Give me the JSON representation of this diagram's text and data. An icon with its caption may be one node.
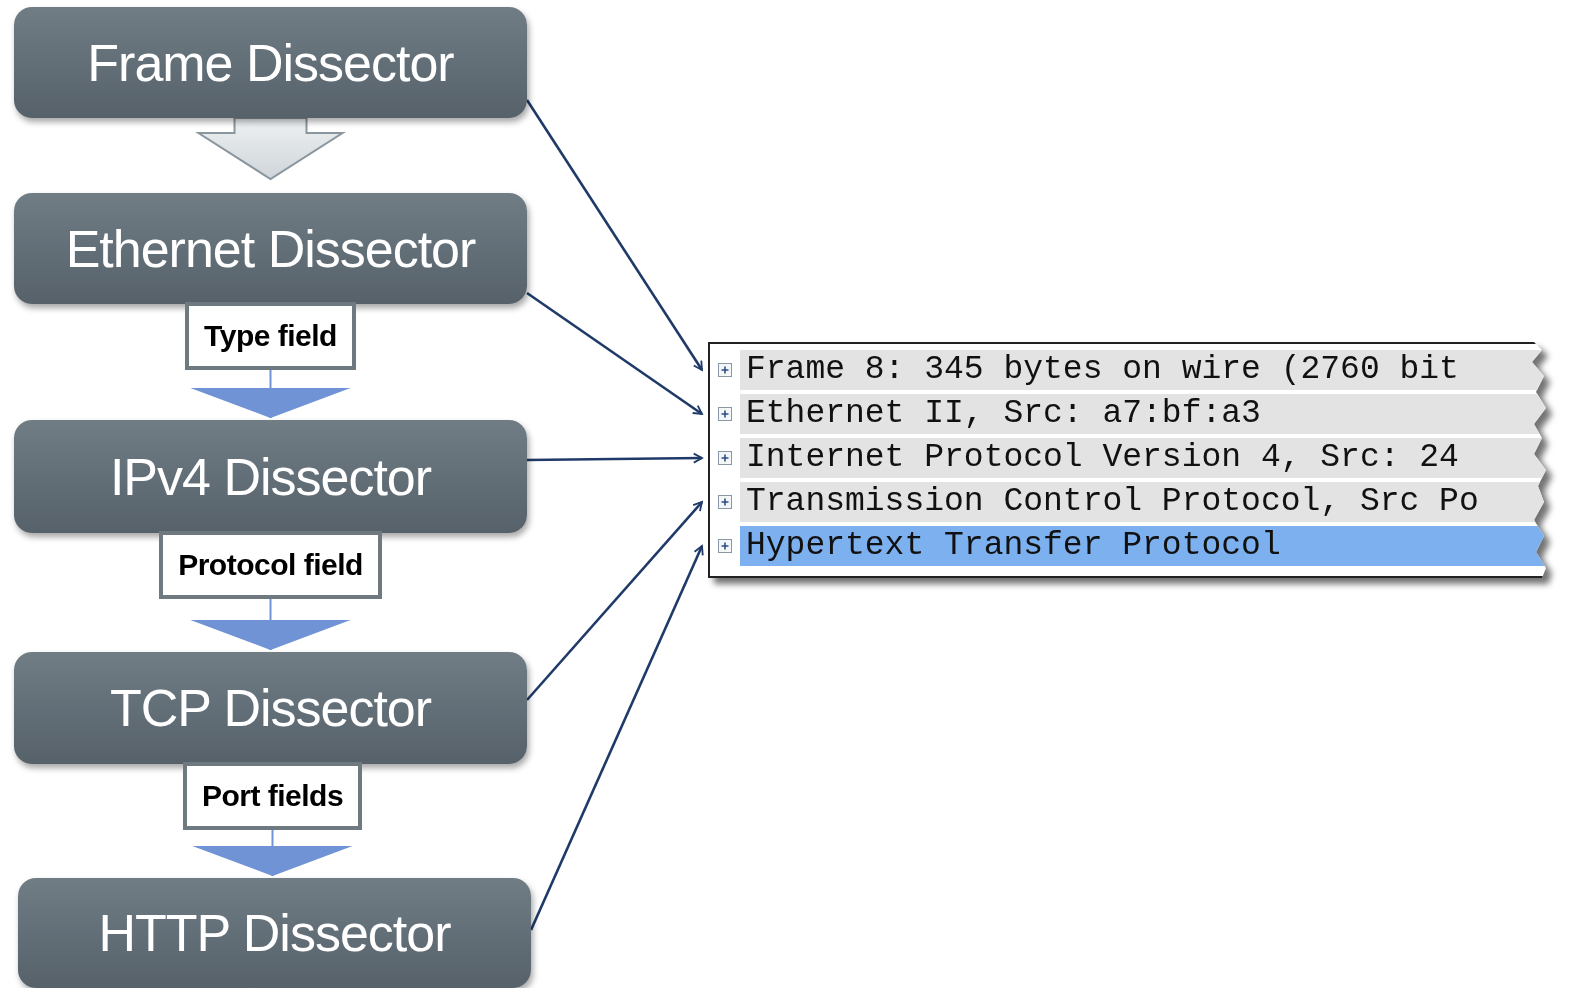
{
  "diagram": {
    "nodes": [
      {
        "text": [
          "Frame Dissector"
        ]
      },
      {
        "text": [
          "Ethernet Dissector"
        ]
      },
      {
        "text": [
          "IPv4 Dissector"
        ]
      },
      {
        "text": [
          "TCP Dissector"
        ]
      },
      {
        "text": [
          "HTTP Dissector"
        ]
      },
      {
        "text": [],
        "shape": "box"
      },
      {
        "text": [
          "Frame 8: 345 bytes on wire (2760 bit"
        ],
        "in": 5
      },
      {
        "text": [
          "Ethernet II, Src: a7:bf:a3"
        ],
        "in": 5
      },
      {
        "text": [
          "Internet Protocol Version 4, Src: 24"
        ],
        "in": 5
      },
      {
        "text": [
          "Transmission Control Protocol, Src Po"
        ],
        "in": 5
      },
      {
        "text": [
          "Hypertext Transfer Protocol"
        ],
        "in": 5
      }
    ],
    "edges": [
      {
        "from": 0,
        "to": 1,
        "arrow": "to",
        "style": "thick",
        "color": "#e0e4e8"
      },
      {
        "from": 1,
        "to": 2,
        "arrow": "to",
        "label": "Type field",
        "color": "#6f93d4"
      },
      {
        "from": 2,
        "to": 3,
        "arrow": "to",
        "label": "Protocol field",
        "color": "#6f93d4"
      },
      {
        "from": 3,
        "to": 4,
        "arrow": "to",
        "label": "Port fields",
        "color": "#6f93d4"
      },
      {
        "from": 0,
        "to": 6,
        "arrow": "to"
      },
      {
        "from": 1,
        "to": 7,
        "arrow": "to"
      },
      {
        "from": 2,
        "to": 8,
        "arrow": "to"
      },
      {
        "from": 3,
        "to": 9,
        "arrow": "to"
      },
      {
        "from": 4,
        "to": 10,
        "arrow": "to"
      }
    ]
  }
}
